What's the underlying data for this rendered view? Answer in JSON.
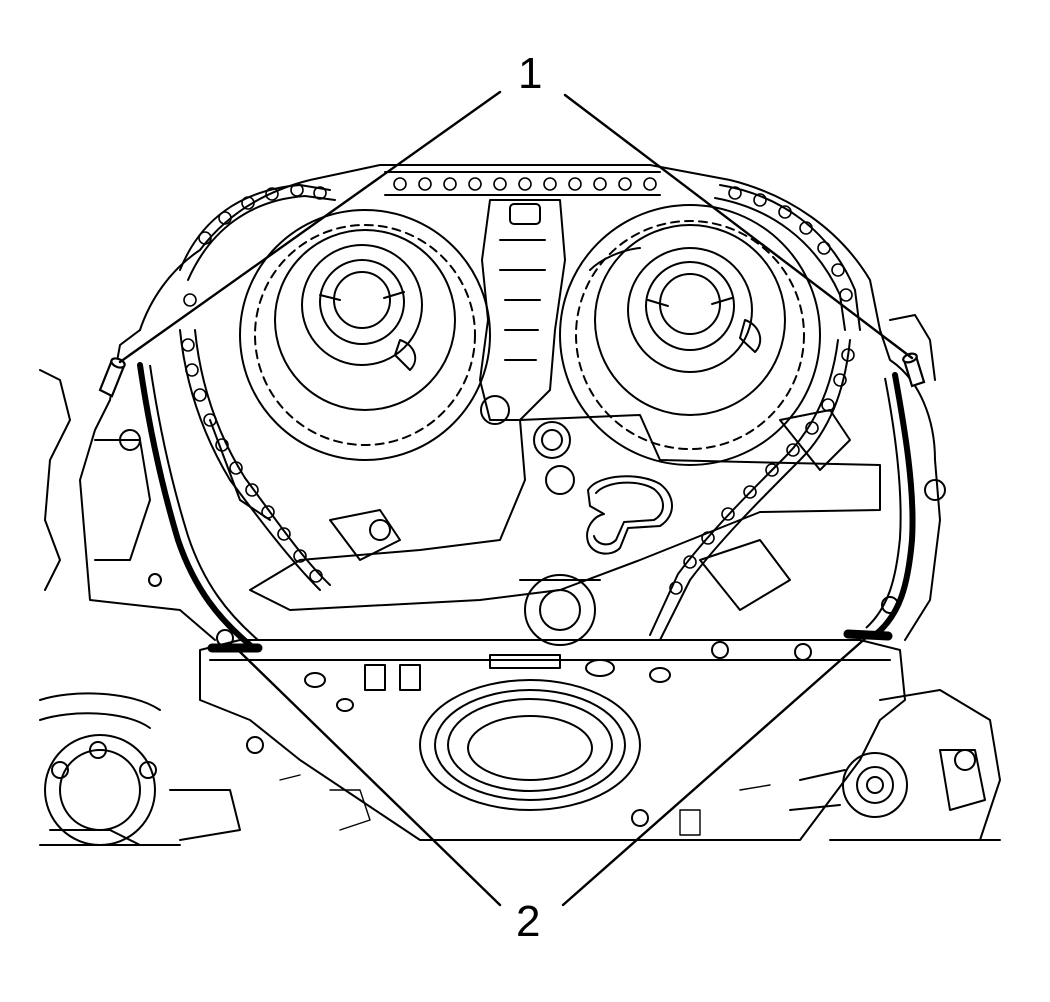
{
  "callouts": [
    {
      "id": "1",
      "label": "1"
    },
    {
      "id": "2",
      "label": "2"
    }
  ],
  "colors": {
    "line": "#000000",
    "background": "#ffffff",
    "sealant": "#000000"
  },
  "icons": {
    "dowel_pin": "dowel-pin-icon"
  }
}
